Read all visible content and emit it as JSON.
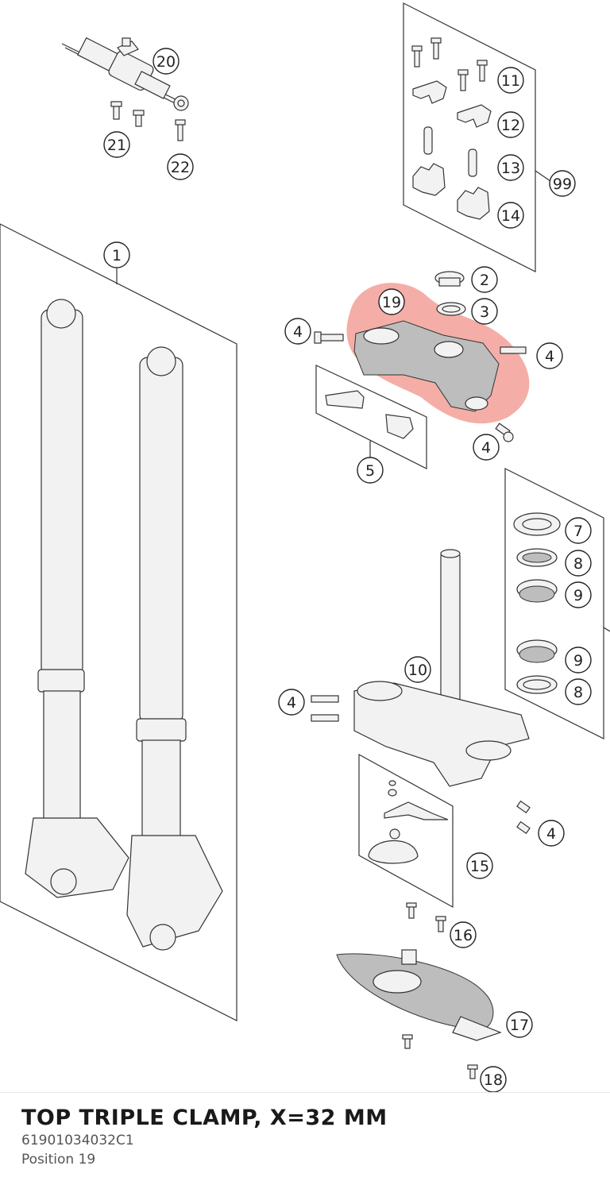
{
  "highlight": {
    "color": "#e74c3c",
    "callout": "19"
  },
  "callouts": [
    {
      "id": "c20",
      "label": "20"
    },
    {
      "id": "c21",
      "label": "21"
    },
    {
      "id": "c22",
      "label": "22"
    },
    {
      "id": "c11",
      "label": "11"
    },
    {
      "id": "c12",
      "label": "12"
    },
    {
      "id": "c13",
      "label": "13"
    },
    {
      "id": "c14",
      "label": "14"
    },
    {
      "id": "c99",
      "label": "99"
    },
    {
      "id": "c1",
      "label": "1"
    },
    {
      "id": "c2",
      "label": "2"
    },
    {
      "id": "c3",
      "label": "3"
    },
    {
      "id": "c19",
      "label": "19"
    },
    {
      "id": "c4a",
      "label": "4"
    },
    {
      "id": "c4b",
      "label": "4"
    },
    {
      "id": "c4c",
      "label": "4"
    },
    {
      "id": "c5",
      "label": "5"
    },
    {
      "id": "c7",
      "label": "7"
    },
    {
      "id": "c8a",
      "label": "8"
    },
    {
      "id": "c9a",
      "label": "9"
    },
    {
      "id": "c9b",
      "label": "9"
    },
    {
      "id": "c8b",
      "label": "8"
    },
    {
      "id": "c10",
      "label": "10"
    },
    {
      "id": "c4d",
      "label": "4"
    },
    {
      "id": "c4e",
      "label": "4"
    },
    {
      "id": "c15",
      "label": "15"
    },
    {
      "id": "c16",
      "label": "16"
    },
    {
      "id": "c17",
      "label": "17"
    },
    {
      "id": "c18",
      "label": "18"
    }
  ],
  "footer": {
    "title": "TOP TRIPLE CLAMP, X=32 MM",
    "part_number": "61901034032C1",
    "position": "Position 19"
  }
}
